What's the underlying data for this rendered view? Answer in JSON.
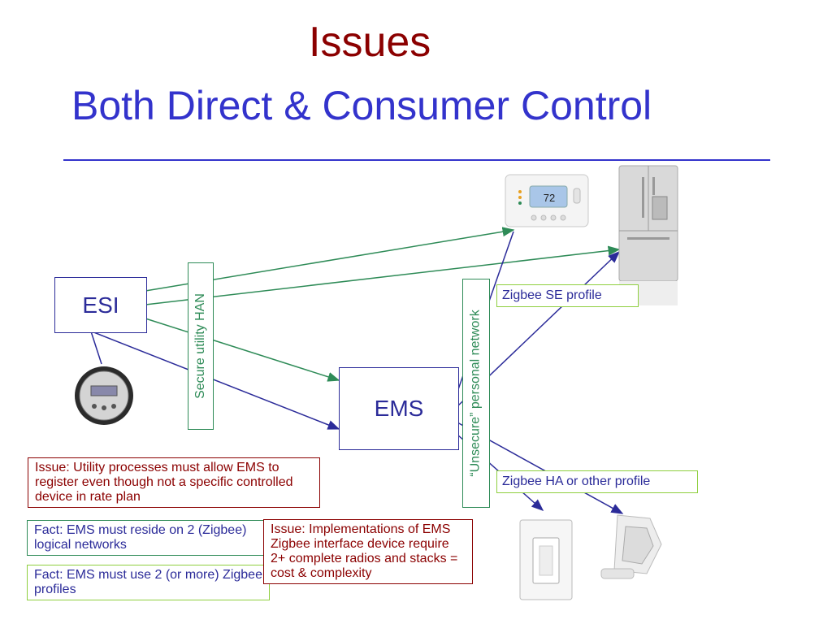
{
  "title": "Issues",
  "subtitle": "Both Direct & Consumer Control",
  "nodes": {
    "esi": "ESI",
    "ems": "EMS"
  },
  "networks": {
    "secure": "Secure utility HAN",
    "unsecure": "“Unsecure” personal network"
  },
  "profiles": {
    "se": "Zigbee SE profile",
    "ha": "Zigbee HA or other profile"
  },
  "notes": {
    "issue1": "Issue:  Utility processes must allow EMS to register even though not a specific controlled device in rate plan",
    "fact1": "Fact:  EMS must reside on 2 (Zigbee) logical networks",
    "fact2": "Fact:  EMS must use 2 (or more) Zigbee profiles",
    "issue2": "Issue: Implementations of EMS Zigbee interface device require 2+ complete radios and stacks = cost & complexity"
  },
  "thermostat_display": "72",
  "colors": {
    "title": "#8b0000",
    "subtitle": "#3333cc",
    "blue_link": "#2b2b99",
    "green_link": "#2e8b57",
    "light_green": "#8fcf3f",
    "issue": "#8b0000"
  },
  "icons": [
    "thermostat-icon",
    "refrigerator-icon",
    "smart-meter-icon",
    "wall-switch-icon",
    "motion-sensor-icon"
  ]
}
